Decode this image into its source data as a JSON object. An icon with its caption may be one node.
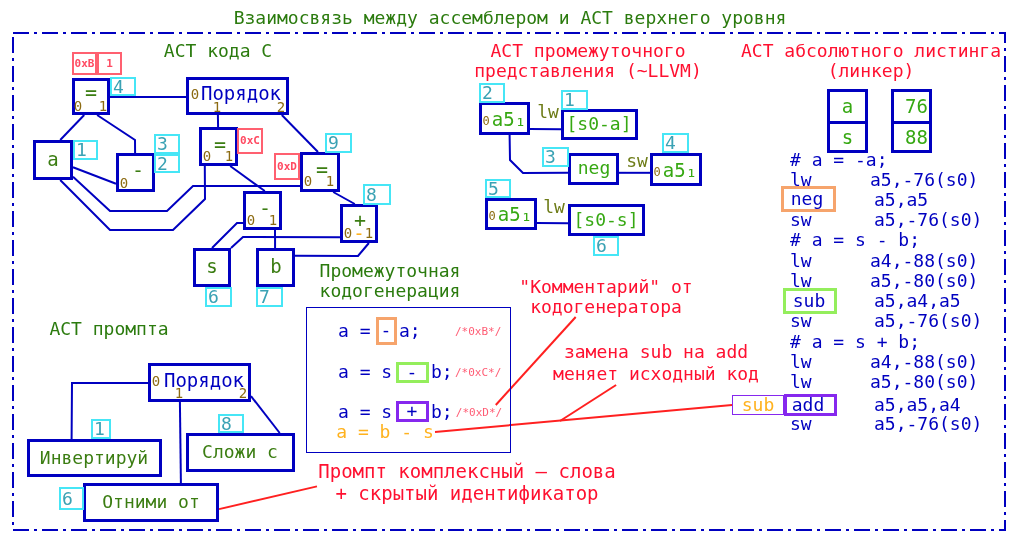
{
  "diagram": {
    "title": "Взаимосвязь между ассемблером и АСТ верхнего уровня",
    "nodes": [
      {
        "text": [
          "=",
          "0",
          "1"
        ],
        "beside": [
          "0xB",
          "1",
          "4"
        ]
      },
      {
        "text": [
          "0",
          "Порядок",
          "1",
          "2"
        ]
      },
      {
        "text": [
          "a"
        ],
        "beside": [
          "1"
        ]
      },
      {
        "text": [
          "-",
          "0"
        ],
        "beside": [
          "3",
          "2"
        ]
      },
      {
        "text": [
          "=",
          "0",
          "1"
        ],
        "beside": [
          "0xC"
        ]
      },
      {
        "text": [
          "=",
          "0",
          "1"
        ],
        "beside": [
          "9",
          "0xD"
        ]
      },
      {
        "text": [
          "-",
          "0",
          "1"
        ]
      },
      {
        "text": [
          "+",
          "0",
          "-",
          "1"
        ],
        "beside": [
          "8"
        ]
      },
      {
        "text": [
          "s"
        ],
        "beside": [
          "6"
        ]
      },
      {
        "text": [
          "b"
        ],
        "beside": [
          "7"
        ]
      },
      {
        "text": [
          "0",
          "a5₁"
        ],
        "beside": [
          "2"
        ]
      },
      {
        "text": [
          "[s0-a]"
        ],
        "beside": [
          "1"
        ]
      },
      {
        "text": [
          "neg"
        ],
        "beside": [
          "3"
        ]
      },
      {
        "text": [
          "0",
          "a5₁"
        ],
        "beside": [
          "4"
        ]
      },
      {
        "text": [
          "0",
          "a5₁"
        ],
        "beside": [
          "5"
        ]
      },
      {
        "text": [
          "[s0-s]"
        ],
        "beside": [
          "6"
        ]
      },
      {
        "text": [
          "a",
          "s"
        ]
      },
      {
        "text": [
          "76",
          "88"
        ]
      },
      {
        "text": [
          "neg"
        ]
      },
      {
        "text": [
          "sub"
        ]
      },
      {
        "text": [
          "sub"
        ]
      },
      {
        "text": [
          "add"
        ]
      },
      {
        "text": [
          "0",
          "Порядок",
          "1",
          "2"
        ]
      },
      {
        "text": [
          "Инвертируй"
        ],
        "beside": [
          "1"
        ]
      },
      {
        "text": [
          "Сложи с"
        ],
        "beside": [
          "8"
        ]
      },
      {
        "text": [
          "Отними от"
        ],
        "beside": [
          "6"
        ]
      },
      {
        "text": [
          "Промежуточная кодогенерация"
        ]
      },
      {
        "text": [
          "-"
        ],
        "in": 26
      },
      {
        "text": [
          "-"
        ],
        "in": 26
      },
      {
        "text": [
          "+"
        ],
        "in": 26
      },
      {
        "text": [
          "/*0xD*/"
        ],
        "in": 26
      },
      {
        "text": [
          "a = b - s"
        ],
        "in": 26
      },
      {
        "text": [
          "\"Комментарий\" от кодогенератора"
        ]
      },
      {
        "text": [
          "замена sub на add меняет исходный код"
        ]
      },
      {
        "text": [
          "Промпт комплексный – слова + скрытый идентификатор"
        ]
      }
    ],
    "edges": [
      {
        "from": 1,
        "to": 0,
        "arrow": "none"
      },
      {
        "from": 1,
        "to": 4,
        "arrow": "none"
      },
      {
        "from": 1,
        "to": 5,
        "arrow": "none"
      },
      {
        "from": 0,
        "to": 2,
        "arrow": "none"
      },
      {
        "from": 0,
        "to": 3,
        "arrow": "none"
      },
      {
        "from": 3,
        "to": 2,
        "arrow": "none"
      },
      {
        "from": 4,
        "to": 2,
        "arrow": "none"
      },
      {
        "from": 5,
        "to": 2,
        "arrow": "none"
      },
      {
        "from": 4,
        "to": 6,
        "arrow": "none"
      },
      {
        "from": 6,
        "to": 8,
        "arrow": "none"
      },
      {
        "from": 6,
        "to": 9,
        "arrow": "none"
      },
      {
        "from": 5,
        "to": 7,
        "arrow": "none"
      },
      {
        "from": 7,
        "to": 8,
        "arrow": "none"
      },
      {
        "from": 7,
        "to": 9,
        "arrow": "none"
      },
      {
        "from": 10,
        "to": 11,
        "arrow": "none",
        "label": "lw"
      },
      {
        "from": 10,
        "to": 12,
        "arrow": "none"
      },
      {
        "from": 12,
        "to": 13,
        "arrow": "none",
        "label": "sw"
      },
      {
        "from": 14,
        "to": 15,
        "arrow": "none",
        "label": "lw"
      },
      {
        "from": 22,
        "to": 23,
        "arrow": "none"
      },
      {
        "from": 22,
        "to": 25,
        "arrow": "none"
      },
      {
        "from": 22,
        "to": 24,
        "arrow": "none"
      },
      {
        "from": 31,
        "to": 20,
        "arrow": "none",
        "color": "#ff2020"
      },
      {
        "from": 32,
        "to": 30,
        "arrow": "none",
        "color": "#ff2020"
      },
      {
        "from": 33,
        "to": null,
        "arrow": "none",
        "color": "#ff2020"
      },
      {
        "from": 34,
        "to": 25,
        "arrow": "none",
        "color": "#ff2020"
      }
    ],
    "labels": [
      "АСТ кода С",
      "АСТ промежуточного представления (~LLVM)",
      "АСТ абсолютного листинга (линкер)",
      "# a = -a;",
      "lw",
      "a5,-76(s0)",
      "a5,a5",
      "sw",
      "a5,-76(s0)",
      "# a = s - b;",
      "lw",
      "a4,-88(s0)",
      "lw",
      "a5,-80(s0)",
      "a5,a4,a5",
      "sw",
      "a5,-76(s0)",
      "# a = s + b;",
      "lw",
      "a4,-88(s0)",
      "lw",
      "a5,-80(s0)",
      "a5,a5,a4",
      "sw",
      "a5,-76(s0)",
      "АСТ промпта",
      "a =",
      "a;",
      "/*0xB*/",
      "a = s",
      "b;",
      "/*0xC*/",
      "a = s",
      "b;"
    ]
  }
}
